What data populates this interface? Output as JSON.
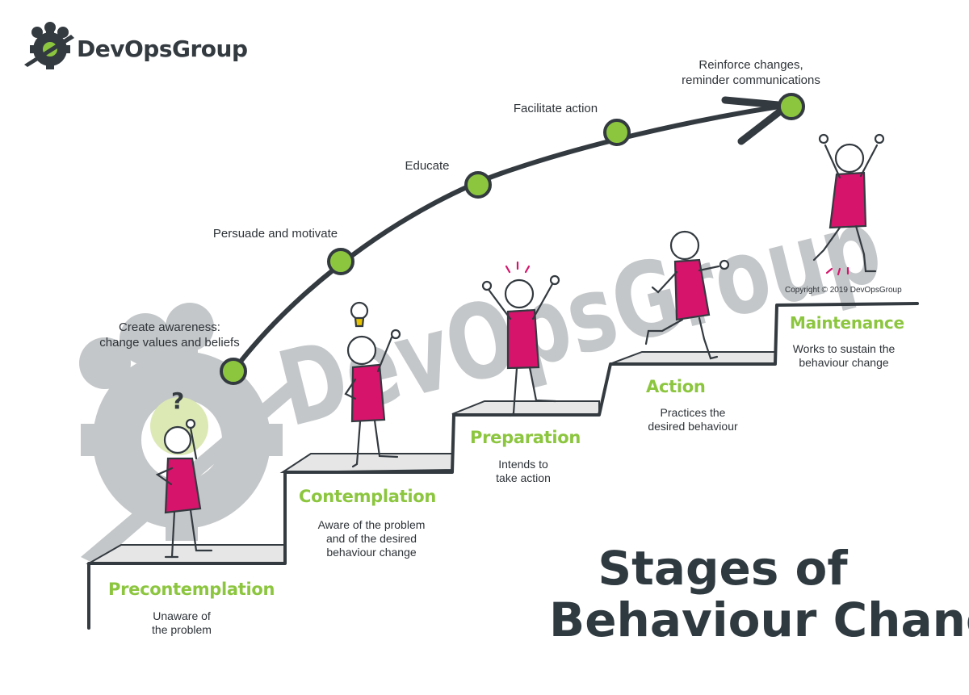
{
  "brand": {
    "name": "DevOpsGroup",
    "watermark": "DevOpsGroup"
  },
  "colors": {
    "green": "#8cc63f",
    "magenta": "#d6146b",
    "dark": "#333a40",
    "watermark": "#c4c7c9",
    "step_top": "#e6e6e6"
  },
  "interventions": [
    {
      "id": "awareness",
      "lines": [
        "Create awareness:",
        "change values and beliefs"
      ]
    },
    {
      "id": "persuade",
      "lines": [
        "Persuade and motivate"
      ]
    },
    {
      "id": "educate",
      "lines": [
        "Educate"
      ]
    },
    {
      "id": "facilitate",
      "lines": [
        "Facilitate action"
      ]
    },
    {
      "id": "reinforce",
      "lines": [
        "Reinforce changes,",
        "reminder communications"
      ]
    }
  ],
  "stages": [
    {
      "name": "Precontemplation",
      "desc": [
        "Unaware of",
        "the problem"
      ],
      "figure_prop": "question-mark"
    },
    {
      "name": "Contemplation",
      "desc": [
        "Aware of the problem",
        "and of the desired",
        "behaviour change"
      ],
      "figure_prop": "lightbulb"
    },
    {
      "name": "Preparation",
      "desc": [
        "Intends to",
        "take action"
      ],
      "figure_prop": "exclaim-marks"
    },
    {
      "name": "Action",
      "desc": [
        "Practices the",
        "desired behaviour"
      ],
      "figure_prop": "running"
    },
    {
      "name": "Maintenance",
      "desc": [
        "Works to sustain the",
        "behaviour change"
      ],
      "figure_prop": "jumping"
    }
  ],
  "copyright": "Copyright © 2019 DevOpsGroup",
  "title": {
    "line1": "Stages of",
    "line2": "Behaviour Change"
  }
}
